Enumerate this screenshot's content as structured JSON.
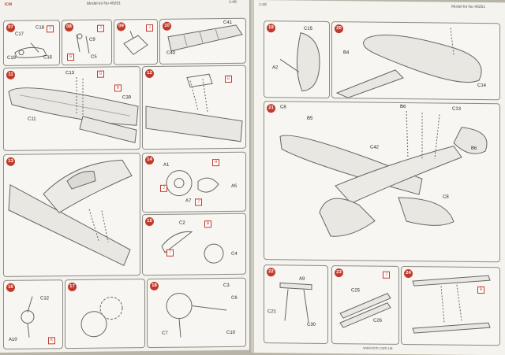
{
  "header": {
    "brand": "ICM",
    "left_model": "Model kit No 48251",
    "left_scale": "1:48",
    "right_scale": "1:48",
    "right_model": "Model kit No 48251"
  },
  "footer": {
    "url": "www.icm.com.ua"
  },
  "steps": {
    "s7": {
      "n": "07",
      "labels": [
        "C18",
        "C17",
        "C19",
        "C16"
      ]
    },
    "s8": {
      "n": "08",
      "labels": [
        "C9",
        "C5"
      ]
    },
    "s9": {
      "n": "09",
      "labels": []
    },
    "s10": {
      "n": "10",
      "labels": [
        "C41",
        "C40"
      ]
    },
    "s11": {
      "n": "11",
      "labels": [
        "C13",
        "C39",
        "C11"
      ]
    },
    "s12": {
      "n": "12",
      "labels": []
    },
    "s13": {
      "n": "13",
      "labels": []
    },
    "s14": {
      "n": "14",
      "labels": [
        "A1",
        "A7",
        "A5"
      ]
    },
    "s15": {
      "n": "15",
      "labels": [
        "C2",
        "C4"
      ]
    },
    "s16": {
      "n": "16",
      "labels": [
        "C12",
        "A10"
      ]
    },
    "s17": {
      "n": "17",
      "labels": []
    },
    "s18": {
      "n": "18",
      "labels": [
        "C3",
        "C6",
        "C7",
        "C10"
      ]
    },
    "s19": {
      "n": "19",
      "labels": [
        "C15",
        "A2"
      ]
    },
    "s20": {
      "n": "20",
      "labels": [
        "B4",
        "C14"
      ]
    },
    "s21": {
      "n": "21",
      "labels": [
        "C8",
        "B5",
        "B6",
        "C13",
        "C42",
        "B6",
        "C8"
      ]
    },
    "s22": {
      "n": "22",
      "labels": [
        "A9",
        "C21",
        "C30"
      ]
    },
    "s23": {
      "n": "23",
      "labels": [
        "C25",
        "C26"
      ]
    },
    "s24": {
      "n": "24",
      "labels": []
    }
  },
  "tag_letters": [
    "B",
    "G",
    "H",
    "I",
    "J",
    "K"
  ]
}
